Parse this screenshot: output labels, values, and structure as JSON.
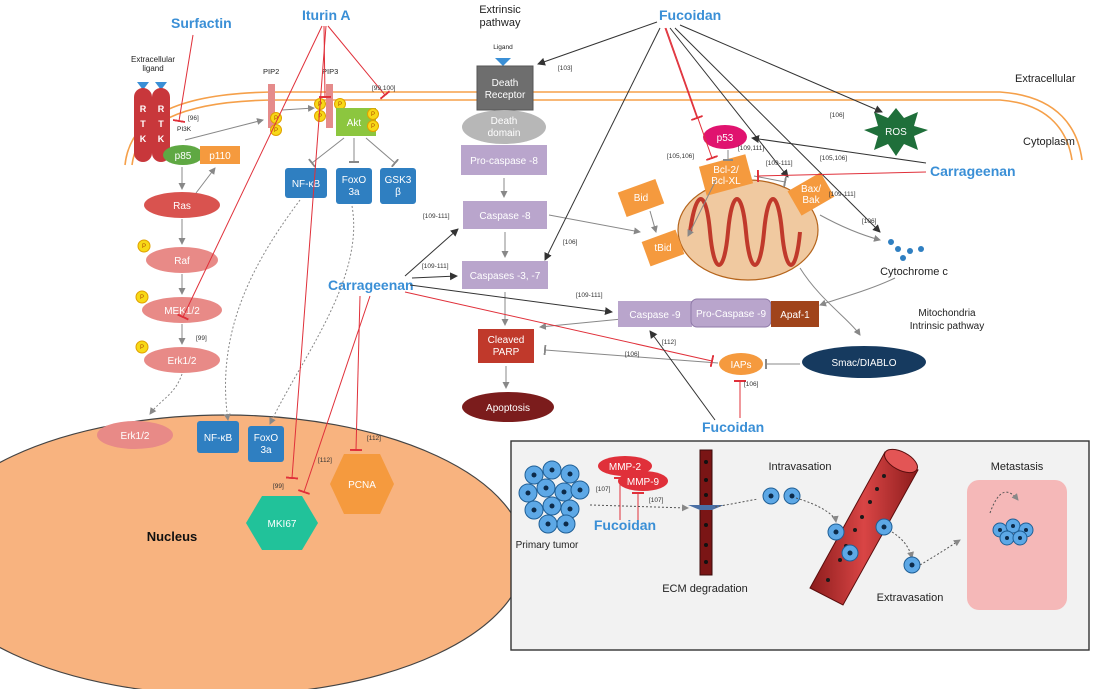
{
  "agents": {
    "surfactin": "Surfactin",
    "iturin": "Iturin A",
    "fucoidan_top": "Fucoidan",
    "carrageenan_mid": "Carrageenan",
    "carrageenan_right": "Carrageenan",
    "fucoidan_bottom": "Fucoidan",
    "fucoidan_inset": "Fucoidan"
  },
  "receptor": {
    "ligand_label": [
      "Extracellular",
      "ligand"
    ],
    "rtk_letters": [
      "R",
      "T",
      "K"
    ],
    "pi3k": "PI3K",
    "p85": "p85",
    "p110": "p110",
    "pip2": "PIP2",
    "pip3": "PIP3",
    "phospho": "P"
  },
  "cascade": {
    "ras": "Ras",
    "raf": "Raf",
    "mek": "MEK1/2",
    "erk": "Erk1/2",
    "akt": "Akt",
    "nfkb": "NF-κB",
    "foxo": [
      "FoxO",
      "3a"
    ],
    "gsk": [
      "GSK3",
      "β"
    ]
  },
  "nucleus": {
    "label": "Nucleus",
    "erk": "Erk1/2",
    "nfkb": "NF-κB",
    "foxo": [
      "FoxO",
      "3a"
    ],
    "mki67": "MKI67",
    "pcna": "PCNA"
  },
  "extrinsic": {
    "title": [
      "Extrinsic",
      "pathway"
    ],
    "ligand": "Ligand",
    "death_receptor": [
      "Death",
      "Receptor"
    ],
    "death_domain": [
      "Death",
      "domain"
    ],
    "procaspase8": "Pro-caspase -8",
    "caspase8": "Caspase -8",
    "caspase37": "Caspases -3, -7",
    "cleaved_parp": [
      "Cleaved",
      "PARP"
    ],
    "apoptosis": "Apoptosis"
  },
  "regions": {
    "extracellular": "Extracellular",
    "cytoplasm": "Cytoplasm",
    "mito": [
      "Mitochondria",
      "Intrinsic pathway"
    ]
  },
  "intrinsic": {
    "p53": "p53",
    "ros": "ROS",
    "bid": "Bid",
    "tbid": "tBid",
    "bcl": [
      "Bcl-2/",
      "Bcl-XL"
    ],
    "bax": [
      "Bax/",
      "Bak"
    ],
    "cytc": "Cytochrome c",
    "caspase9": "Caspase -9",
    "procaspase9": "Pro-Caspase -9",
    "apaf": "Apaf-1",
    "iaps": "IAPs",
    "smac": "Smac/DIABLO"
  },
  "refs": {
    "r96": "[96]",
    "r99_100": "[99,100]",
    "r99a": "[99]",
    "r99b": "[99]",
    "r103": "[103]",
    "r106a": "[106]",
    "r106b": "[106]",
    "r106c": "[106]",
    "r106d": "[106]",
    "r106e": "[106]",
    "r105_106a": "[105,106]",
    "r105_106b": "[105,106]",
    "r109_111a": "[109,111]",
    "r109_111b": "[109-111]",
    "r109_111c": "[109-111]",
    "r109_111d": "[109-111]",
    "r109_111e": "[109-111]",
    "r109_111f": "[109-111]",
    "r112a": "[112]",
    "r112b": "[112]",
    "r112c": "[112]",
    "r107a": "[107]",
    "r107b": "[107]"
  },
  "metastasis": {
    "primary": "Primary tumor",
    "mmp2": "MMP-2",
    "mmp9": "MMP-9",
    "ecm": "ECM degradation",
    "intravasation": "Intravasation",
    "extravasation": "Extravasation",
    "metastasis": "Metastasis"
  },
  "colors": {
    "agent_blue": "#3a8fd6",
    "inhibit_red": "#e0303a",
    "nucleus": "#f8b37f",
    "membrane": "#f5a04a",
    "caspase": "#b9a5cc",
    "orange_box": "#f59a3e",
    "blue_box": "#2f7fc1",
    "salmon": "#e88a87",
    "mki67": "#21c29a",
    "pcna": "#f59a3e"
  }
}
